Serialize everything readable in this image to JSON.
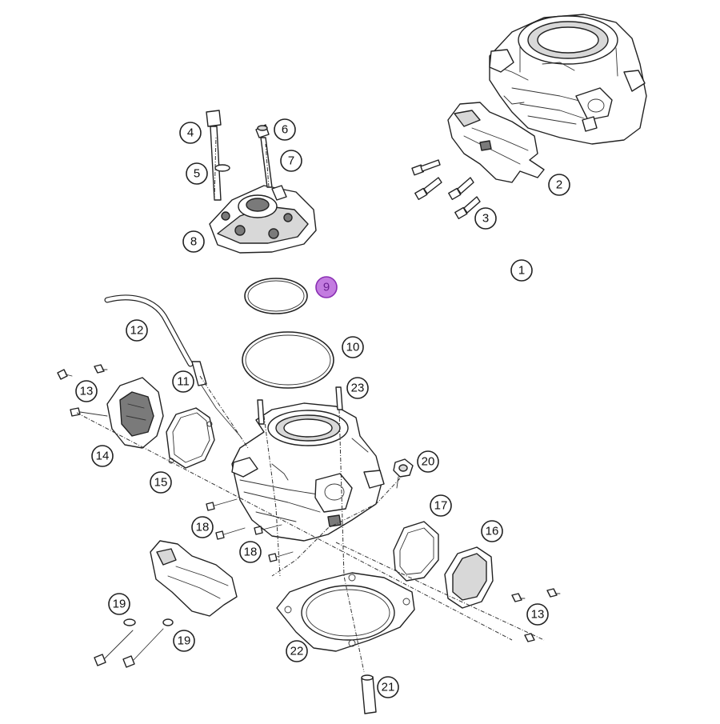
{
  "callouts": [
    {
      "id": "1",
      "label": "1"
    },
    {
      "id": "2",
      "label": "2"
    },
    {
      "id": "3",
      "label": "3"
    },
    {
      "id": "4",
      "label": "4"
    },
    {
      "id": "5",
      "label": "5"
    },
    {
      "id": "6",
      "label": "6"
    },
    {
      "id": "7",
      "label": "7"
    },
    {
      "id": "8",
      "label": "8"
    },
    {
      "id": "9",
      "label": "9",
      "highlighted": true
    },
    {
      "id": "10",
      "label": "10"
    },
    {
      "id": "11",
      "label": "11"
    },
    {
      "id": "12",
      "label": "12"
    },
    {
      "id": "13a",
      "label": "13"
    },
    {
      "id": "13b",
      "label": "13"
    },
    {
      "id": "14",
      "label": "14"
    },
    {
      "id": "15",
      "label": "15"
    },
    {
      "id": "16",
      "label": "16"
    },
    {
      "id": "17",
      "label": "17"
    },
    {
      "id": "18a",
      "label": "18"
    },
    {
      "id": "18b",
      "label": "18"
    },
    {
      "id": "19a",
      "label": "19"
    },
    {
      "id": "19b",
      "label": "19"
    },
    {
      "id": "20",
      "label": "20"
    },
    {
      "id": "21",
      "label": "21"
    },
    {
      "id": "22",
      "label": "22"
    },
    {
      "id": "23",
      "label": "23"
    }
  ],
  "colors": {
    "highlight": "#c37ce0",
    "line": "#222222",
    "background": "#ffffff"
  }
}
